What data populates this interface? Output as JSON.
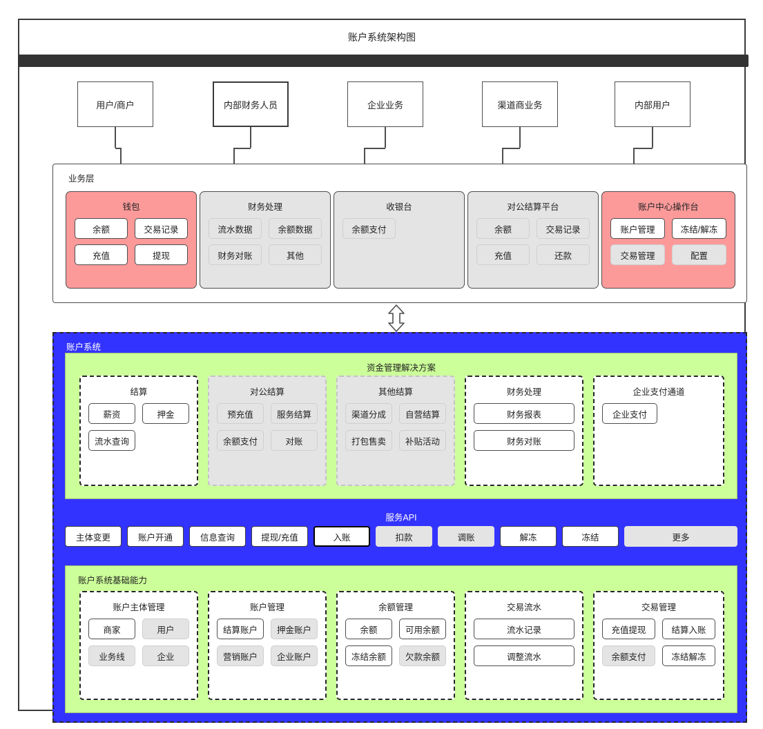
{
  "title": "账户系统架构图",
  "actors": [
    {
      "label": "用户/商户"
    },
    {
      "label": "内部财务人员"
    },
    {
      "label": "企业业务"
    },
    {
      "label": "渠道商业务"
    },
    {
      "label": "内部用户"
    }
  ],
  "business_layer": {
    "label": "业务层",
    "cards": [
      {
        "title": "钱包",
        "style": "pink",
        "chips": [
          {
            "label": "余额",
            "style": "white"
          },
          {
            "label": "交易记录",
            "style": "white"
          },
          {
            "label": "充值",
            "style": "white"
          },
          {
            "label": "提现",
            "style": "white"
          }
        ]
      },
      {
        "title": "财务处理",
        "style": "gray",
        "chips": [
          {
            "label": "流水数据",
            "style": "gray"
          },
          {
            "label": "余额数据",
            "style": "gray"
          },
          {
            "label": "财务对账",
            "style": "gray"
          },
          {
            "label": "其他",
            "style": "gray"
          }
        ]
      },
      {
        "title": "收银台",
        "style": "gray",
        "chips": [
          {
            "label": "余额支付",
            "style": "gray"
          }
        ]
      },
      {
        "title": "对公结算平台",
        "style": "gray",
        "chips": [
          {
            "label": "余额",
            "style": "gray"
          },
          {
            "label": "交易记录",
            "style": "gray"
          },
          {
            "label": "充值",
            "style": "gray"
          },
          {
            "label": "还款",
            "style": "gray"
          }
        ]
      },
      {
        "title": "账户中心操作台",
        "style": "pink",
        "chips": [
          {
            "label": "账户管理",
            "style": "white"
          },
          {
            "label": "冻结/解冻",
            "style": "white"
          },
          {
            "label": "交易管理",
            "style": "gray"
          },
          {
            "label": "配置",
            "style": "gray"
          }
        ]
      }
    ]
  },
  "account_system": {
    "label": "账户系统",
    "fund_panel": {
      "title": "资金管理解决方案",
      "cards": [
        {
          "title": "结算",
          "style": "dashed-dark",
          "chips": [
            {
              "label": "薪资",
              "style": "white"
            },
            {
              "label": "押金",
              "style": "white"
            },
            {
              "label": "流水查询",
              "style": "white"
            }
          ]
        },
        {
          "title": "对公结算",
          "style": "dashed-gray",
          "chips": [
            {
              "label": "预充值",
              "style": "gray"
            },
            {
              "label": "服务结算",
              "style": "gray"
            },
            {
              "label": "余额支付",
              "style": "gray"
            },
            {
              "label": "对账",
              "style": "gray"
            }
          ]
        },
        {
          "title": "其他结算",
          "style": "dashed-gray",
          "chips": [
            {
              "label": "渠道分成",
              "style": "gray"
            },
            {
              "label": "自营结算",
              "style": "gray"
            },
            {
              "label": "打包售卖",
              "style": "gray"
            },
            {
              "label": "补贴活动",
              "style": "gray"
            }
          ]
        },
        {
          "title": "财务处理",
          "style": "dashed-dark",
          "chips": [
            {
              "label": "财务报表",
              "style": "white",
              "width": "full"
            },
            {
              "label": "财务对账",
              "style": "white",
              "width": "full"
            }
          ]
        },
        {
          "title": "企业支付通道",
          "style": "dashed-dark",
          "chips": [
            {
              "label": "企业支付",
              "style": "white",
              "width": "auto"
            }
          ]
        }
      ]
    },
    "service_api": {
      "title": "服务API",
      "buttons": [
        {
          "label": "主体变更",
          "style": "white"
        },
        {
          "label": "账户开通",
          "style": "white"
        },
        {
          "label": "信息查询",
          "style": "white"
        },
        {
          "label": "提现/充值",
          "style": "white"
        },
        {
          "label": "入账",
          "style": "heavy"
        },
        {
          "label": "扣款",
          "style": "gray"
        },
        {
          "label": "调账",
          "style": "gray"
        },
        {
          "label": "解冻",
          "style": "white"
        },
        {
          "label": "冻结",
          "style": "white"
        },
        {
          "label": "更多",
          "style": "gray",
          "width": "wide"
        }
      ]
    },
    "base_panel": {
      "title": "账户系统基础能力",
      "cards": [
        {
          "title": "账户主体管理",
          "style": "dashed-dark",
          "chips": [
            {
              "label": "商家",
              "style": "white"
            },
            {
              "label": "用户",
              "style": "gray"
            },
            {
              "label": "业务线",
              "style": "gray"
            },
            {
              "label": "企业",
              "style": "gray"
            }
          ]
        },
        {
          "title": "账户管理",
          "style": "dashed-dark",
          "chips": [
            {
              "label": "结算账户",
              "style": "white"
            },
            {
              "label": "押金账户",
              "style": "gray"
            },
            {
              "label": "营销账户",
              "style": "gray"
            },
            {
              "label": "企业账户",
              "style": "gray"
            }
          ]
        },
        {
          "title": "余额管理",
          "style": "dashed-dark",
          "chips": [
            {
              "label": "余额",
              "style": "white"
            },
            {
              "label": "可用余额",
              "style": "white"
            },
            {
              "label": "冻结余额",
              "style": "white"
            },
            {
              "label": "欠款余额",
              "style": "gray"
            }
          ]
        },
        {
          "title": "交易流水",
          "style": "dashed-dark",
          "chips": [
            {
              "label": "流水记录",
              "style": "white",
              "width": "full"
            },
            {
              "label": "调整流水",
              "style": "white",
              "width": "full"
            }
          ]
        },
        {
          "title": "交易管理",
          "style": "dashed-dark",
          "chips": [
            {
              "label": "充值提现",
              "style": "white"
            },
            {
              "label": "结算入账",
              "style": "white"
            },
            {
              "label": "余额支付",
              "style": "gray"
            },
            {
              "label": "冻结解冻",
              "style": "white"
            }
          ]
        }
      ]
    }
  },
  "colors": {
    "pink": "#fc9a9a",
    "green": "#ccff99",
    "blue": "#3333ff",
    "gray": "#e4e4e4",
    "dark": "#333333"
  }
}
